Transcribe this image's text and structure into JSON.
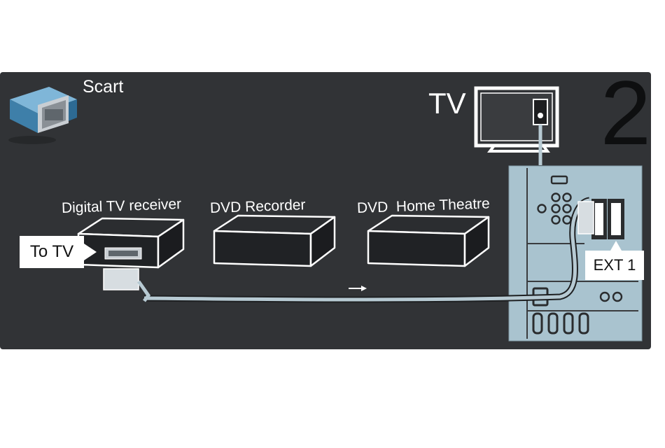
{
  "legend": {
    "connector_label": "Scart",
    "connector_icon": "scart-plug-icon"
  },
  "tv": {
    "label": "TV"
  },
  "step": {
    "number": "2"
  },
  "devices": [
    {
      "label": "Digital TV receiver"
    },
    {
      "label": "DVD Recorder"
    },
    {
      "label": "DVD  Home Theatre"
    }
  ],
  "callouts": {
    "to_tv": "To TV",
    "ext1": "EXT 1"
  },
  "colors": {
    "panel_bg": "#313336",
    "cable": "#b7cad3",
    "tv_back_panel": "#a9c3cf",
    "device_stroke": "#ffffff"
  }
}
